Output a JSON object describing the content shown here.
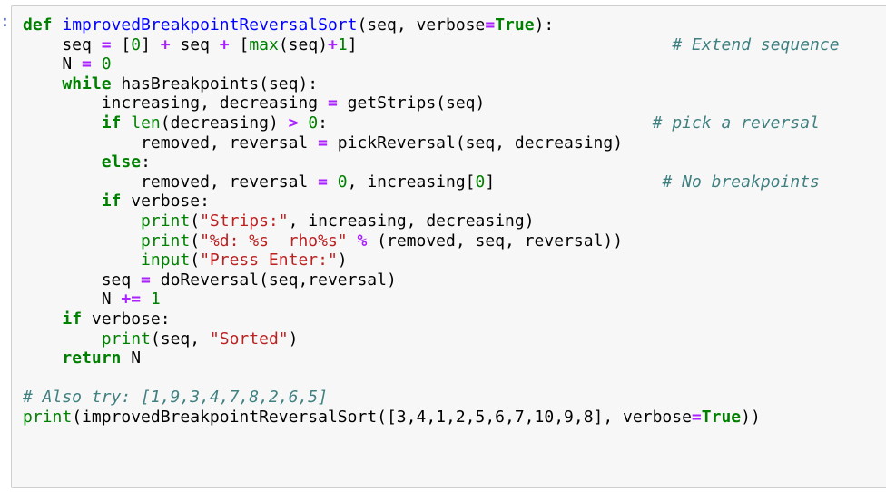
{
  "cell": {
    "prompt": ":",
    "lines": [
      [
        [
          "kw",
          "def"
        ],
        [
          "t",
          " "
        ],
        [
          "fn",
          "improvedBreakpointReversalSort"
        ],
        [
          "t",
          "(seq, verbose"
        ],
        [
          "op",
          "="
        ],
        [
          "kw",
          "True"
        ],
        [
          "t",
          "):"
        ]
      ],
      [
        [
          "t",
          "    seq "
        ],
        [
          "op",
          "="
        ],
        [
          "t",
          " ["
        ],
        [
          "num",
          "0"
        ],
        [
          "t",
          "] "
        ],
        [
          "op",
          "+"
        ],
        [
          "t",
          " seq "
        ],
        [
          "op",
          "+"
        ],
        [
          "t",
          " ["
        ],
        [
          "bi",
          "max"
        ],
        [
          "t",
          "(seq)"
        ],
        [
          "op",
          "+"
        ],
        [
          "num",
          "1"
        ],
        [
          "t",
          "]                                "
        ],
        [
          "cm",
          "# Extend sequence"
        ]
      ],
      [
        [
          "t",
          "    N "
        ],
        [
          "op",
          "="
        ],
        [
          "t",
          " "
        ],
        [
          "num",
          "0"
        ]
      ],
      [
        [
          "t",
          "    "
        ],
        [
          "kw",
          "while"
        ],
        [
          "t",
          " hasBreakpoints(seq):"
        ]
      ],
      [
        [
          "t",
          "        increasing, decreasing "
        ],
        [
          "op",
          "="
        ],
        [
          "t",
          " getStrips(seq)"
        ]
      ],
      [
        [
          "t",
          "        "
        ],
        [
          "kw",
          "if"
        ],
        [
          "t",
          " "
        ],
        [
          "bi",
          "len"
        ],
        [
          "t",
          "(decreasing) "
        ],
        [
          "op",
          ">"
        ],
        [
          "t",
          " "
        ],
        [
          "num",
          "0"
        ],
        [
          "t",
          ":                                 "
        ],
        [
          "cm",
          "# pick a reversal"
        ]
      ],
      [
        [
          "t",
          "            removed, reversal "
        ],
        [
          "op",
          "="
        ],
        [
          "t",
          " pickReversal(seq, decreasing)"
        ]
      ],
      [
        [
          "t",
          "        "
        ],
        [
          "kw",
          "else"
        ],
        [
          "t",
          ":"
        ]
      ],
      [
        [
          "t",
          "            removed, reversal "
        ],
        [
          "op",
          "="
        ],
        [
          "t",
          " "
        ],
        [
          "num",
          "0"
        ],
        [
          "t",
          ", increasing["
        ],
        [
          "num",
          "0"
        ],
        [
          "t",
          "]                 "
        ],
        [
          "cm",
          "# No breakpoints"
        ]
      ],
      [
        [
          "t",
          "        "
        ],
        [
          "kw",
          "if"
        ],
        [
          "t",
          " verbose:"
        ]
      ],
      [
        [
          "t",
          "            "
        ],
        [
          "bi",
          "print"
        ],
        [
          "t",
          "("
        ],
        [
          "str",
          "\"Strips:\""
        ],
        [
          "t",
          ", increasing, decreasing)"
        ]
      ],
      [
        [
          "t",
          "            "
        ],
        [
          "bi",
          "print"
        ],
        [
          "t",
          "("
        ],
        [
          "str",
          "\"%d: %s  rho%s\""
        ],
        [
          "t",
          " "
        ],
        [
          "op",
          "%"
        ],
        [
          "t",
          " (removed, seq, reversal))"
        ]
      ],
      [
        [
          "t",
          "            "
        ],
        [
          "bi",
          "input"
        ],
        [
          "t",
          "("
        ],
        [
          "str",
          "\"Press Enter:\""
        ],
        [
          "t",
          ")"
        ]
      ],
      [
        [
          "t",
          "        seq "
        ],
        [
          "op",
          "="
        ],
        [
          "t",
          " doReversal(seq,reversal)"
        ]
      ],
      [
        [
          "t",
          "        N "
        ],
        [
          "op",
          "+="
        ],
        [
          "t",
          " "
        ],
        [
          "num",
          "1"
        ]
      ],
      [
        [
          "t",
          "    "
        ],
        [
          "kw",
          "if"
        ],
        [
          "t",
          " verbose:"
        ]
      ],
      [
        [
          "t",
          "        "
        ],
        [
          "bi",
          "print"
        ],
        [
          "t",
          "(seq, "
        ],
        [
          "str",
          "\"Sorted\""
        ],
        [
          "t",
          ")"
        ]
      ],
      [
        [
          "t",
          "    "
        ],
        [
          "kw",
          "return"
        ],
        [
          "t",
          " N"
        ]
      ],
      [
        [
          "t",
          ""
        ]
      ],
      [
        [
          "cm",
          "# Also try: [1,9,3,4,7,8,2,6,5]"
        ]
      ],
      [
        [
          "bi",
          "print"
        ],
        [
          "t",
          "(improvedBreakpointReversalSort([3,4,1,2,5,6,7,10,9,8], verbose"
        ],
        [
          "op",
          "="
        ],
        [
          "kw",
          "True"
        ],
        [
          "t",
          "))"
        ]
      ]
    ]
  },
  "colors": {
    "keyword": "#008000",
    "function_name": "#0000ff",
    "operator": "#aa22ff",
    "number": "#008000",
    "string": "#ba2121",
    "comment": "#408080",
    "cell_background": "#f7f7f7",
    "prompt": "#303f9f"
  }
}
